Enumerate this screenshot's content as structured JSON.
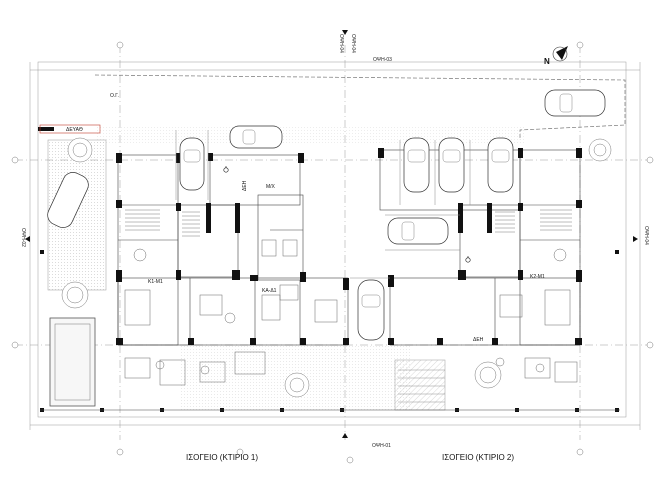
{
  "plan": {
    "captions": {
      "building1": "ΙΣΟΓΕΙΟ (ΚΤΙΡΙΟ 1)",
      "building2": "ΙΣΟΓΕΙΟ (ΚΤΙΡΙΟ 2)"
    },
    "section_marks": {
      "top_left": "ΟΨΗ-04",
      "top_mid": "ΟΨΗ-03",
      "bottom": "ΟΨΗ-01",
      "left": "ΟΨΗ-02",
      "right": "ΟΨΗ-04"
    },
    "rooms": {
      "k1": "Κ1-Μ1",
      "k2": "Κ2-Μ1",
      "ka": "ΚΑ-Δ1",
      "mx": "Μ/Χ",
      "deh1": "ΔΕΗ",
      "deh2": "ΔΕΗ",
      "water": "ΔΕΥΑΘ",
      "og": "Ο.Γ."
    },
    "compass": "N",
    "colors": {
      "line": "#2a2a2a",
      "wall": "#111111",
      "thin": "#8a8a8a",
      "accent": "#c0392b"
    }
  }
}
